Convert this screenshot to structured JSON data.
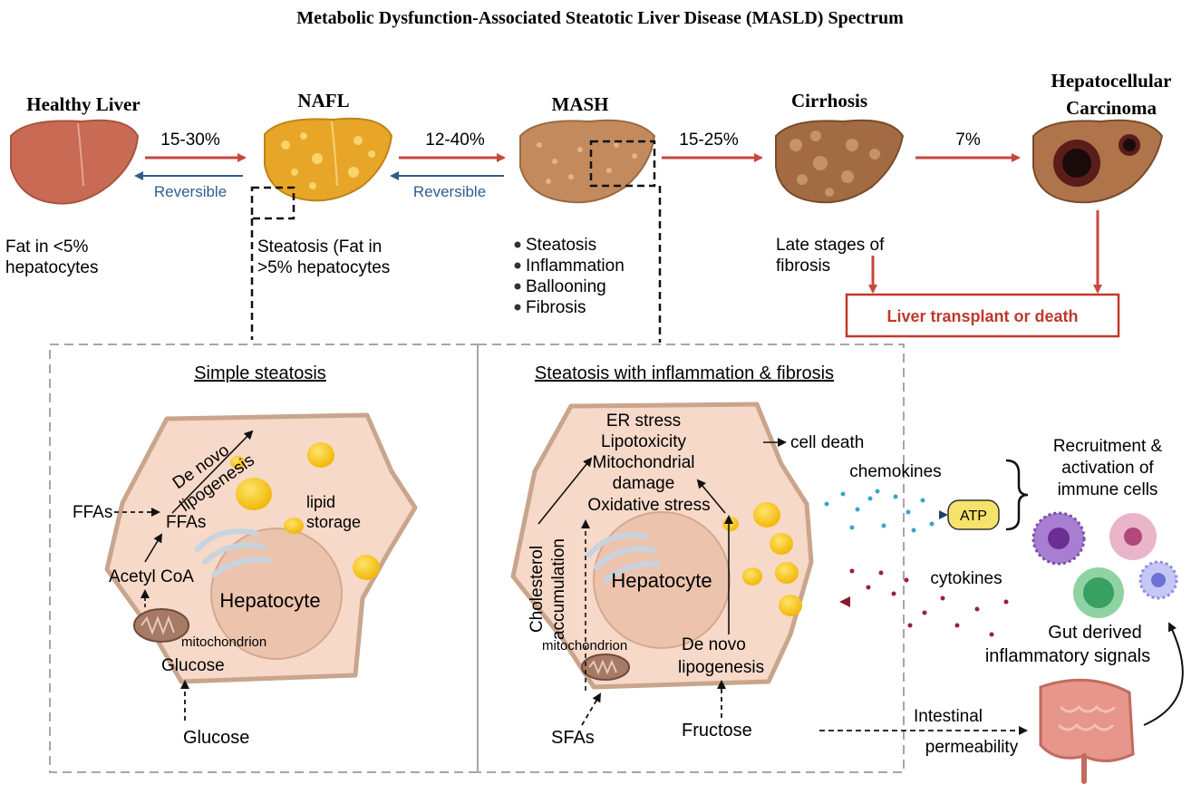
{
  "title": "Metabolic Dysfunction-Associated Steatotic Liver Disease (MASLD) Spectrum",
  "stages": {
    "healthy": {
      "name": "Healthy Liver",
      "desc": [
        "Fat in <5%",
        "hepatocytes"
      ]
    },
    "nafl": {
      "name": "NAFL",
      "desc": [
        "Steatosis (Fat in",
        ">5% hepatocytes"
      ]
    },
    "mash": {
      "name": "MASH",
      "features": [
        "Steatosis",
        "Inflammation",
        "Ballooning",
        "Fibrosis"
      ]
    },
    "cirrhosis": {
      "name": "Cirrhosis",
      "desc": [
        "Late stages of",
        "fibrosis"
      ]
    },
    "hcc": {
      "name": [
        "Hepatocellular",
        "Carcinoma"
      ]
    }
  },
  "transitions": {
    "healthy_nafl": {
      "rate": "15-30%",
      "back": "Reversible"
    },
    "nafl_mash": {
      "rate": "12-40%",
      "back": "Reversible"
    },
    "mash_cirrhosis": {
      "rate": "15-25%"
    },
    "cirrhosis_hcc": {
      "rate": "7%"
    }
  },
  "outcome": "Liver transplant or death",
  "panel_simple": {
    "title": "Simple steatosis",
    "cell_label": "Hepatocyte",
    "labels": {
      "de_novo": [
        "De novo",
        "lipogenesis"
      ],
      "lipid": [
        "lipid",
        "storage"
      ],
      "ffas_out": "FFAs",
      "ffas_in": "FFAs",
      "acetyl": "Acetyl CoA",
      "mito": "mitochondrion",
      "glucose_in": "Glucose",
      "glucose_out": "Glucose"
    }
  },
  "panel_inflam": {
    "title": "Steatosis with inflammation & fibrosis",
    "cell_label": "Hepatocyte",
    "stress": [
      "ER stress",
      "Lipotoxicity",
      "Mitochondrial",
      "damage",
      "Oxidative stress"
    ],
    "cholesterol": [
      "Cholesterol",
      "accumulation"
    ],
    "mito": "mitochondrion",
    "de_novo": [
      "De novo",
      "lipogenesis"
    ],
    "cell_death": "cell death",
    "sfas": "SFAs",
    "fructose": "Fructose"
  },
  "right": {
    "chemokines": "chemokines",
    "atp": "ATP",
    "recruitment": [
      "Recruitment &",
      "activation of",
      "immune cells"
    ],
    "cytokines": "cytokines",
    "gut": [
      "Gut derived",
      "inflammatory signals"
    ],
    "intestinal": [
      "Intestinal",
      "permeability"
    ]
  },
  "colors": {
    "red_arrow": "#c8473f",
    "blue_arrow": "#2f5d8c",
    "outcome_red": "#c0392b",
    "cell_fill": "#f6d9c8",
    "cell_edge": "#c9a58c",
    "lipid": "#f7c515"
  }
}
